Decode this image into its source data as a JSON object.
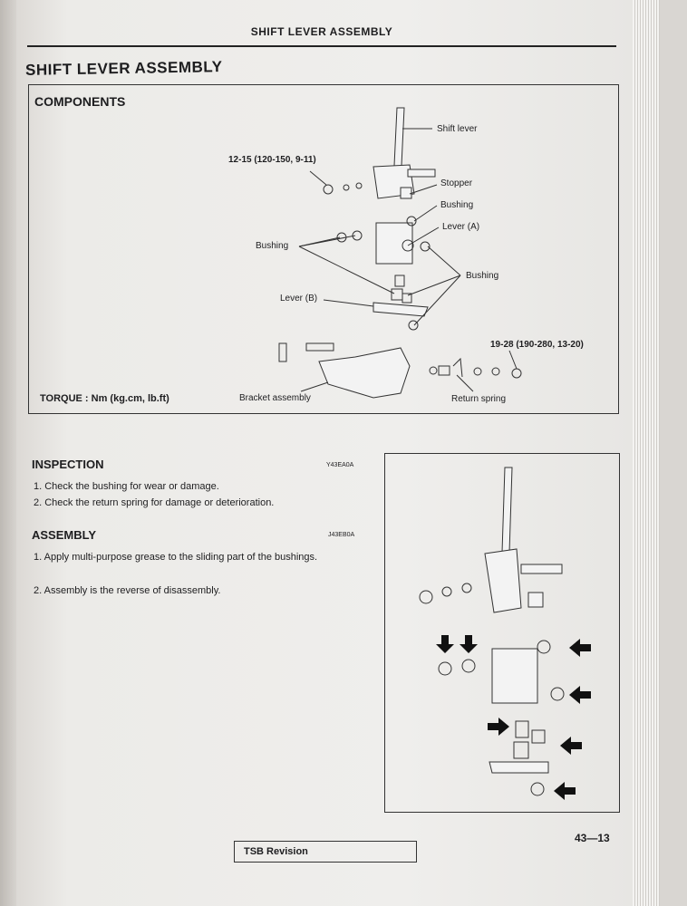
{
  "header": {
    "running_title": "SHIFT LEVER ASSEMBLY"
  },
  "title": "SHIFT LEVER ASSEMBLY",
  "components": {
    "heading": "COMPONENTS",
    "labels": {
      "shift_lever": "Shift lever",
      "torque_top": "12-15 (120-150, 9-11)",
      "stopper": "Stopper",
      "bushing_1": "Bushing",
      "lever_a": "Lever (A)",
      "bushing_left": "Bushing",
      "bushing_right": "Bushing",
      "lever_b": "Lever (B)",
      "torque_bottom": "19-28 (190-280, 13-20)",
      "bracket_assembly": "Bracket assembly",
      "return_spring": "Return spring"
    },
    "torque_units": "TORQUE : Nm (kg.cm, lb.ft)"
  },
  "inspection": {
    "heading": "INSPECTION",
    "code": "Y43EA0A",
    "steps": [
      "1.  Check the bushing for wear or damage.",
      "2.  Check the return spring for damage or deterioration."
    ]
  },
  "assembly": {
    "heading": "ASSEMBLY",
    "code": "J43EB0A",
    "steps": [
      "1.  Apply multi-purpose grease to the sliding part of the bushings.",
      "2.  Assembly is the reverse of disassembly."
    ]
  },
  "footer": {
    "page_number": "43—13",
    "revision": "TSB Revision"
  }
}
